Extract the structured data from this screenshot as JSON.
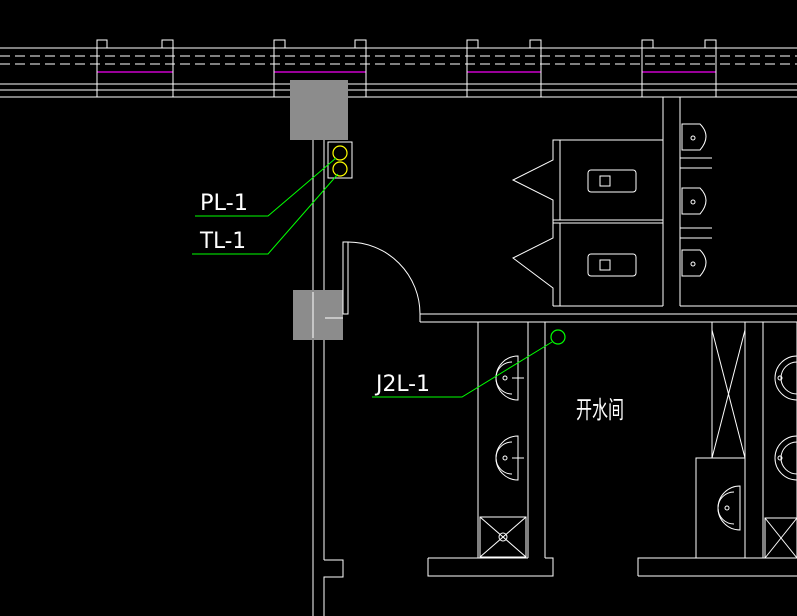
{
  "drawing": {
    "background": "#000000",
    "line_color": "#ffffff",
    "leader_color": "#00ff00",
    "pipe_color": "#00ff00",
    "axis_line_color": "#cc00cc",
    "fill_gray": "#8c8c8c"
  },
  "pipe_labels": {
    "pl1": "PL-1",
    "tl1": "TL-1",
    "j2l1": "J2L-1"
  },
  "rooms": {
    "water_room": "开水间"
  }
}
